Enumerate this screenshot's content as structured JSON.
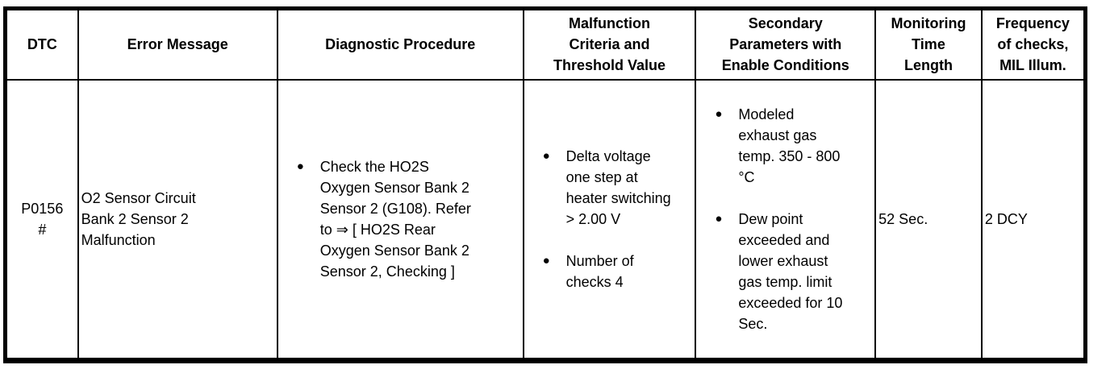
{
  "colors": {
    "background": "#ffffff",
    "border": "#000000",
    "text": "#000000"
  },
  "icons": {
    "bullet": "●"
  },
  "table": {
    "headers": [
      "DTC",
      "Error Message",
      "Diagnostic Procedure",
      "Malfunction\nCriteria and\nThreshold Value",
      "Secondary\nParameters with\nEnable Conditions",
      "Monitoring\nTime\nLength",
      "Frequency\nof checks,\nMIL Illum."
    ],
    "row": {
      "dtc_code": "P0156",
      "dtc_flag": "#",
      "error_message": "O2 Sensor Circuit\nBank 2 Sensor 2\nMalfunction",
      "diagnostic_procedure": [
        "Check the HO2S\nOxygen Sensor Bank 2\nSensor 2 (G108). Refer\nto ⇒ [ HO2S Rear\nOxygen Sensor Bank 2\nSensor 2, Checking ]"
      ],
      "malfunction_criteria": [
        "Delta voltage\none step at\nheater switching\n> 2.00 V",
        "Number of\nchecks 4"
      ],
      "secondary_parameters": [
        "Modeled\nexhaust gas\ntemp. 350 - 800\n°C",
        "Dew point\nexceeded and\nlower exhaust\ngas temp. limit\nexceeded for 10\nSec."
      ],
      "monitoring_time": "52 Sec.",
      "frequency_of_checks": "2 DCY"
    }
  }
}
